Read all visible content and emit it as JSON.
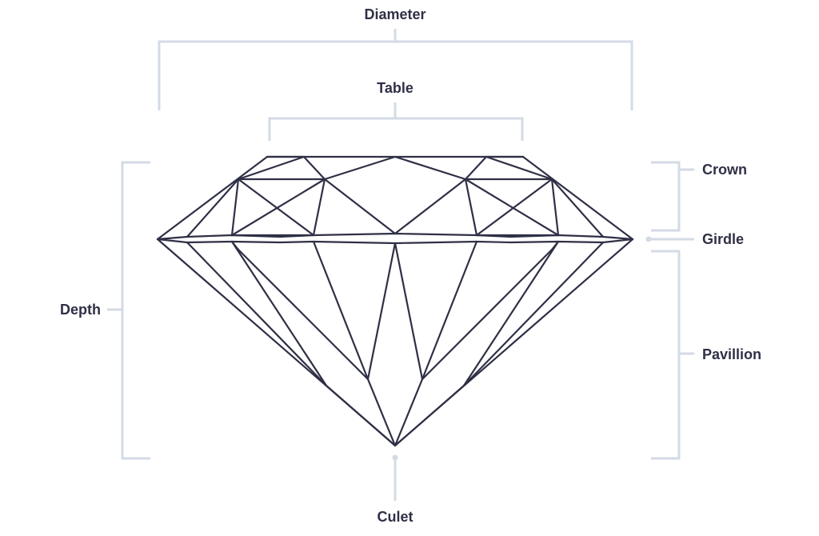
{
  "labels": {
    "diameter": "Diameter",
    "table": "Table",
    "crown": "Crown",
    "girdle": "Girdle",
    "depth": "Depth",
    "pavillion": "Pavillion",
    "culet": "Culet"
  },
  "colors": {
    "outline": "#2f3046",
    "bracket": "#d3dbe5",
    "label": "#2f3046",
    "background": "#ffffff"
  }
}
